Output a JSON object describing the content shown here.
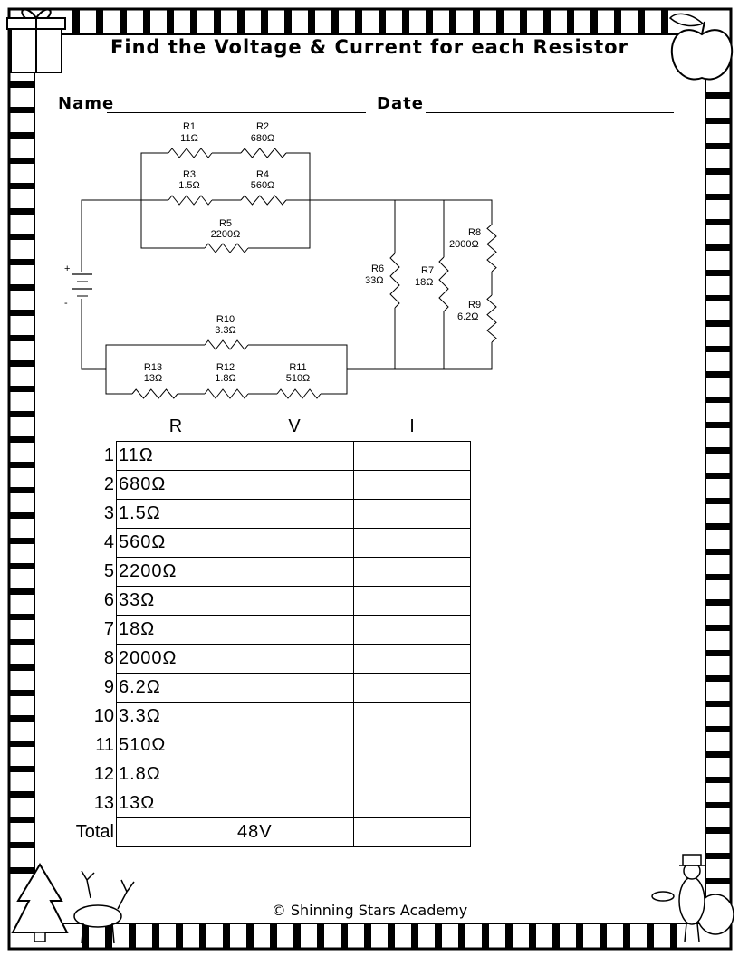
{
  "worksheet": {
    "title": "Find the Voltage & Current for each Resistor",
    "name_label": "Name",
    "date_label": "Date",
    "footer": "© Shinning Stars Academy"
  },
  "circuit": {
    "battery_plus": "+",
    "battery_minus": "-",
    "resistors": [
      {
        "label": "R1",
        "value": "11Ω"
      },
      {
        "label": "R2",
        "value": "680Ω"
      },
      {
        "label": "R3",
        "value": "1.5Ω"
      },
      {
        "label": "R4",
        "value": "560Ω"
      },
      {
        "label": "R5",
        "value": "2200Ω"
      },
      {
        "label": "R6",
        "value": "33Ω"
      },
      {
        "label": "R7",
        "value": "18Ω"
      },
      {
        "label": "R8",
        "value": "2000Ω"
      },
      {
        "label": "R9",
        "value": "6.2Ω"
      },
      {
        "label": "R10",
        "value": "3.3Ω"
      },
      {
        "label": "R11",
        "value": "510Ω"
      },
      {
        "label": "R12",
        "value": "1.8Ω"
      },
      {
        "label": "R13",
        "value": "13Ω"
      }
    ]
  },
  "table": {
    "headers": {
      "r": "R",
      "v": "V",
      "i": "I"
    },
    "rows": [
      {
        "num": "1",
        "r": "11Ω",
        "v": "",
        "i": ""
      },
      {
        "num": "2",
        "r": "680Ω",
        "v": "",
        "i": ""
      },
      {
        "num": "3",
        "r": "1.5Ω",
        "v": "",
        "i": ""
      },
      {
        "num": "4",
        "r": "560Ω",
        "v": "",
        "i": ""
      },
      {
        "num": "5",
        "r": "2200Ω",
        "v": "",
        "i": ""
      },
      {
        "num": "6",
        "r": "33Ω",
        "v": "",
        "i": ""
      },
      {
        "num": "7",
        "r": "18Ω",
        "v": "",
        "i": ""
      },
      {
        "num": "8",
        "r": "2000Ω",
        "v": "",
        "i": ""
      },
      {
        "num": "9",
        "r": "6.2Ω",
        "v": "",
        "i": ""
      },
      {
        "num": "10",
        "r": "3.3Ω",
        "v": "",
        "i": ""
      },
      {
        "num": "11",
        "r": "510Ω",
        "v": "",
        "i": ""
      },
      {
        "num": "12",
        "r": "1.8Ω",
        "v": "",
        "i": ""
      },
      {
        "num": "13",
        "r": "13Ω",
        "v": "",
        "i": ""
      }
    ],
    "total": {
      "label": "Total",
      "r": "",
      "v": "48V",
      "i": ""
    }
  },
  "decorations": [
    "gift-box-icon",
    "apple-icon",
    "snowy-tree-icon",
    "reindeer-icon",
    "turkey-pilgrim-icon"
  ]
}
